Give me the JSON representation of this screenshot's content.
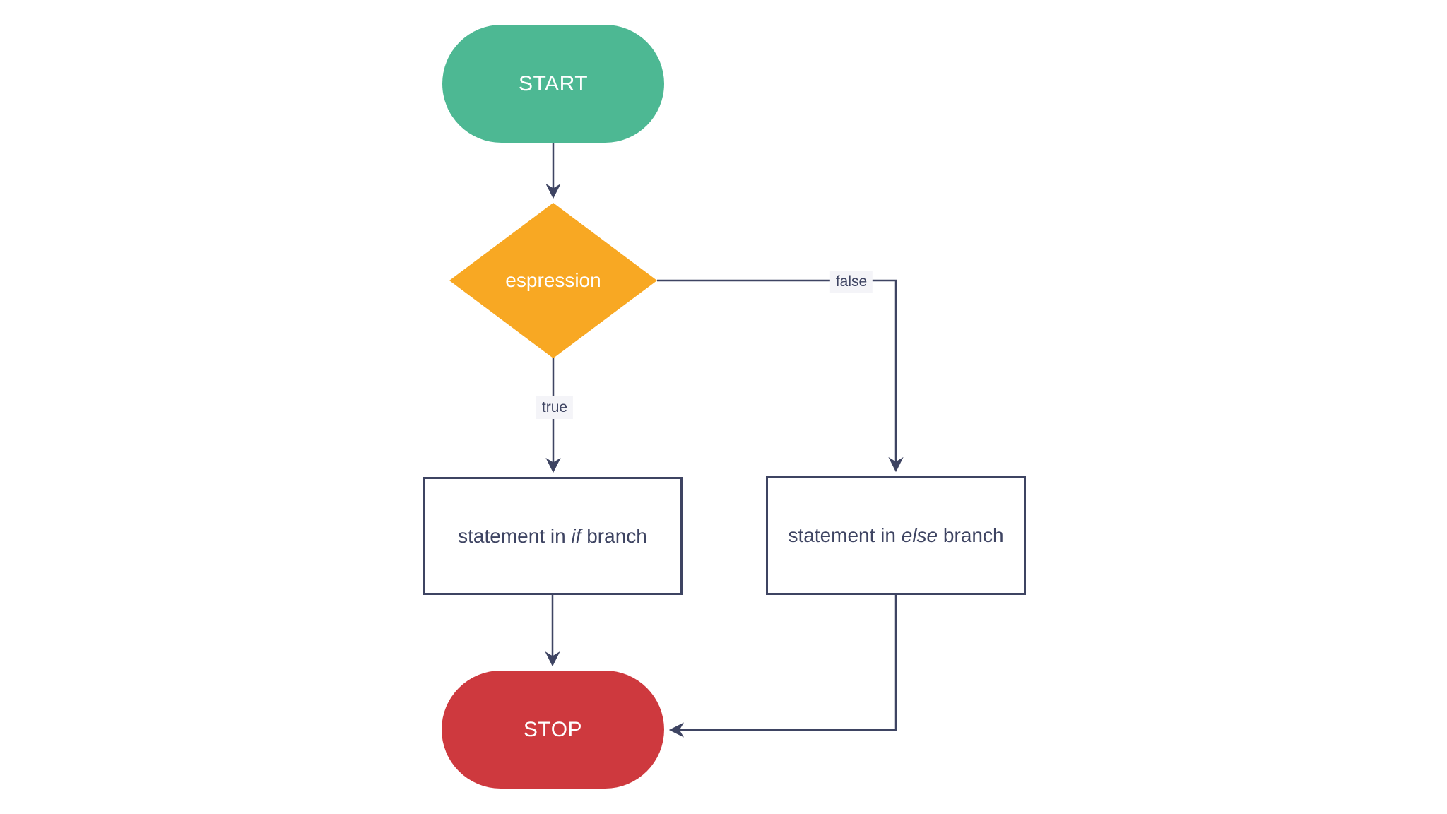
{
  "diagram": {
    "title": "if-else flowchart",
    "nodes": {
      "start": {
        "label": "START",
        "shape": "terminal-pill",
        "fill": "#4DB893",
        "text_color": "#FFFFFF"
      },
      "decision": {
        "label": "espression",
        "shape": "diamond",
        "fill": "#F8A823",
        "text_color": "#FFFFFF"
      },
      "if_branch": {
        "text_pre": "statement in ",
        "keyword": "if",
        "text_post": " branch",
        "shape": "rectangle",
        "fill": "#FFFFFF",
        "border_color": "#3E4462"
      },
      "else_branch": {
        "text_pre": "statement in ",
        "keyword": "else",
        "text_post": " branch",
        "shape": "rectangle",
        "fill": "#FFFFFF",
        "border_color": "#3E4462"
      },
      "stop": {
        "label": "STOP",
        "shape": "terminal-pill",
        "fill": "#CE393E",
        "text_color": "#FFFFFF"
      }
    },
    "edges": {
      "start_to_decision": {
        "from": "start",
        "to": "decision",
        "label": ""
      },
      "decision_to_if": {
        "from": "decision",
        "to": "if_branch",
        "label": "true"
      },
      "decision_to_else": {
        "from": "decision",
        "to": "else_branch",
        "label": "false"
      },
      "if_to_stop": {
        "from": "if_branch",
        "to": "stop",
        "label": ""
      },
      "else_to_stop": {
        "from": "else_branch",
        "to": "stop",
        "label": ""
      }
    },
    "colors": {
      "connector": "#3E4462",
      "label_background": "#F4F4F8",
      "label_text": "#3E4462",
      "canvas_background": "#FFFFFF"
    }
  }
}
